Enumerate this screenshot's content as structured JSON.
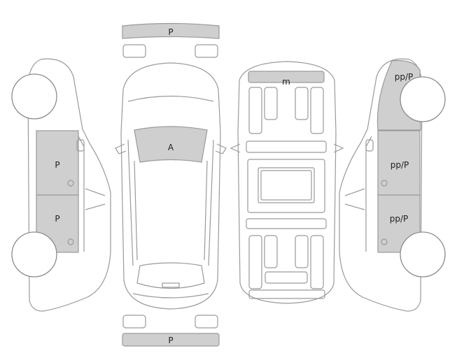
{
  "colors": {
    "background": "#ffffff",
    "outline": "#9a9a9a",
    "panel_fill": "#cfcfcf",
    "body_fill": "#ffffff",
    "label_text": "#222222"
  },
  "diagram": {
    "front_bumper": {
      "label": "P"
    },
    "rear_bumper": {
      "label": "P"
    },
    "windshield": {
      "label": "A"
    },
    "roof_front_panel": {
      "label": "m"
    },
    "left_side": {
      "front_door": "P",
      "rear_door": "P"
    },
    "right_side": {
      "rear_fender": "pp/P",
      "front_door": "pp/P",
      "rear_door": "pp/P"
    }
  }
}
